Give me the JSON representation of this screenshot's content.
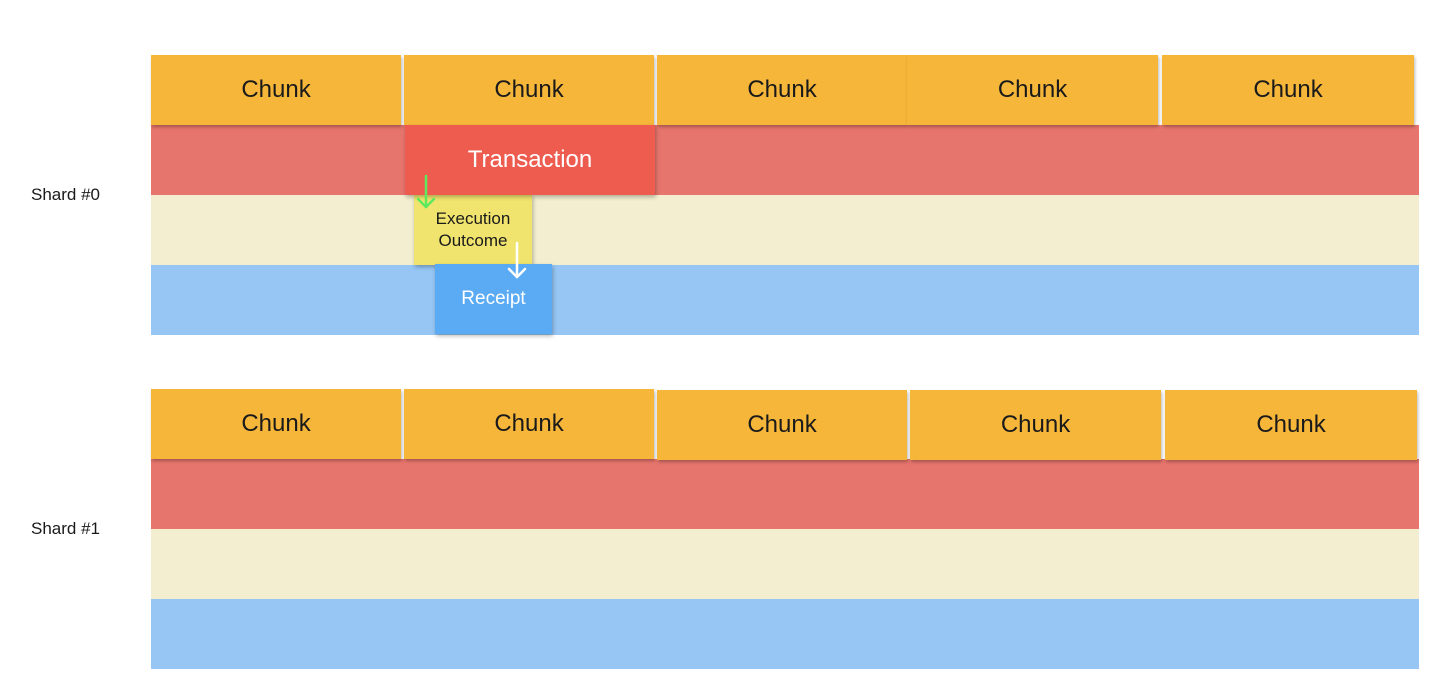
{
  "shards": [
    {
      "label": "Shard #0",
      "chunks": [
        "Chunk",
        "Chunk",
        "Chunk",
        "Chunk",
        "Chunk"
      ]
    },
    {
      "label": "Shard #1",
      "chunks": [
        "Chunk",
        "Chunk",
        "Chunk",
        "Chunk",
        "Chunk"
      ]
    }
  ],
  "nodes": {
    "transaction": "Transaction",
    "execution_line1": "Execution",
    "execution_line2": "Outcome",
    "receipt": "Receipt"
  },
  "colors": {
    "chunk": "#f6b63a",
    "transaction_band": "#e6756d",
    "outcome_band": "#f2eecf",
    "receipt_band": "#97c6f4",
    "transaction_node": "#ee5c50",
    "execution_node": "#f0e46e",
    "receipt_node": "#5aaaf4",
    "arrow_green": "#5ee85e",
    "arrow_white": "#ffffff"
  }
}
